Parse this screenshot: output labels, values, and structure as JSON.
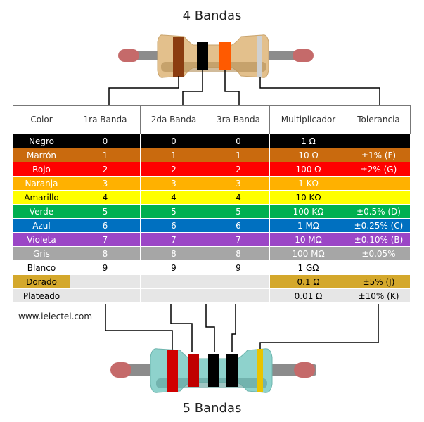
{
  "titles": {
    "top": "4 Bandas",
    "bottom": "5 Bandas"
  },
  "website": "www.ielectel.com",
  "table": {
    "headers": [
      "Color",
      "1ra Banda",
      "2da Banda",
      "3ra Banda",
      "Multiplicador",
      "Tolerancia"
    ],
    "rows": [
      {
        "name": "Negro",
        "color": "#000000",
        "text": "#ffffff",
        "b1": "0",
        "b2": "0",
        "b3": "0",
        "mult": "1 Ω",
        "tol": ""
      },
      {
        "name": "Marrón",
        "color": "#c96a0e",
        "text": "#ffffff",
        "b1": "1",
        "b2": "1",
        "b3": "1",
        "mult": "10 Ω",
        "tol": "±1% (F)"
      },
      {
        "name": "Rojo",
        "color": "#ff0000",
        "text": "#ffffff",
        "b1": "2",
        "b2": "2",
        "b3": "2",
        "mult": "100 Ω",
        "tol": "±2% (G)"
      },
      {
        "name": "Naranja",
        "color": "#ffb100",
        "text": "#ffffff",
        "b1": "3",
        "b2": "3",
        "b3": "3",
        "mult": "1 KΩ",
        "tol": ""
      },
      {
        "name": "Amarillo",
        "color": "#ffff00",
        "text": "#000000",
        "b1": "4",
        "b2": "4",
        "b3": "4",
        "mult": "10 KΩ",
        "tol": ""
      },
      {
        "name": "Verde",
        "color": "#00b050",
        "text": "#ffffff",
        "b1": "5",
        "b2": "5",
        "b3": "5",
        "mult": "100 KΩ",
        "tol": "±0.5% (D)"
      },
      {
        "name": "Azul",
        "color": "#0070c0",
        "text": "#ffffff",
        "b1": "6",
        "b2": "6",
        "b3": "6",
        "mult": "1 MΩ",
        "tol": "±0.25% (C)"
      },
      {
        "name": "Violeta",
        "color": "#9b46c6",
        "text": "#ffffff",
        "b1": "7",
        "b2": "7",
        "b3": "7",
        "mult": "10 MΩ",
        "tol": "±0.10% (B)"
      },
      {
        "name": "Gris",
        "color": "#a6a6a6",
        "text": "#ffffff",
        "b1": "8",
        "b2": "8",
        "b3": "8",
        "mult": "100 MΩ",
        "tol": "±0.05%"
      },
      {
        "name": "Blanco",
        "color": "#ffffff",
        "text": "#000000",
        "b1": "9",
        "b2": "9",
        "b3": "9",
        "mult": "1 GΩ",
        "tol": ""
      },
      {
        "name": "Dorado",
        "color": "#d4a82c",
        "text": "#000000",
        "b1": "",
        "b2": "",
        "b3": "",
        "mult": "0.1 Ω",
        "tol": "±5% (J)"
      },
      {
        "name": "Plateado",
        "color": "#e6e6e6",
        "text": "#000000",
        "b1": "",
        "b2": "",
        "b3": "",
        "mult": "0.01 Ω",
        "tol": "±10% (K)"
      }
    ]
  },
  "resistor4": {
    "body_color": "#e3c08c",
    "band_colors": [
      "#8b3c10",
      "#000000",
      "#ff5a00",
      "#cfd0d0"
    ]
  },
  "resistor5": {
    "body_color": "#8ed2cc",
    "band_colors": [
      "#d10000",
      "#c00000",
      "#000000",
      "#000000",
      "#e8c400"
    ]
  }
}
